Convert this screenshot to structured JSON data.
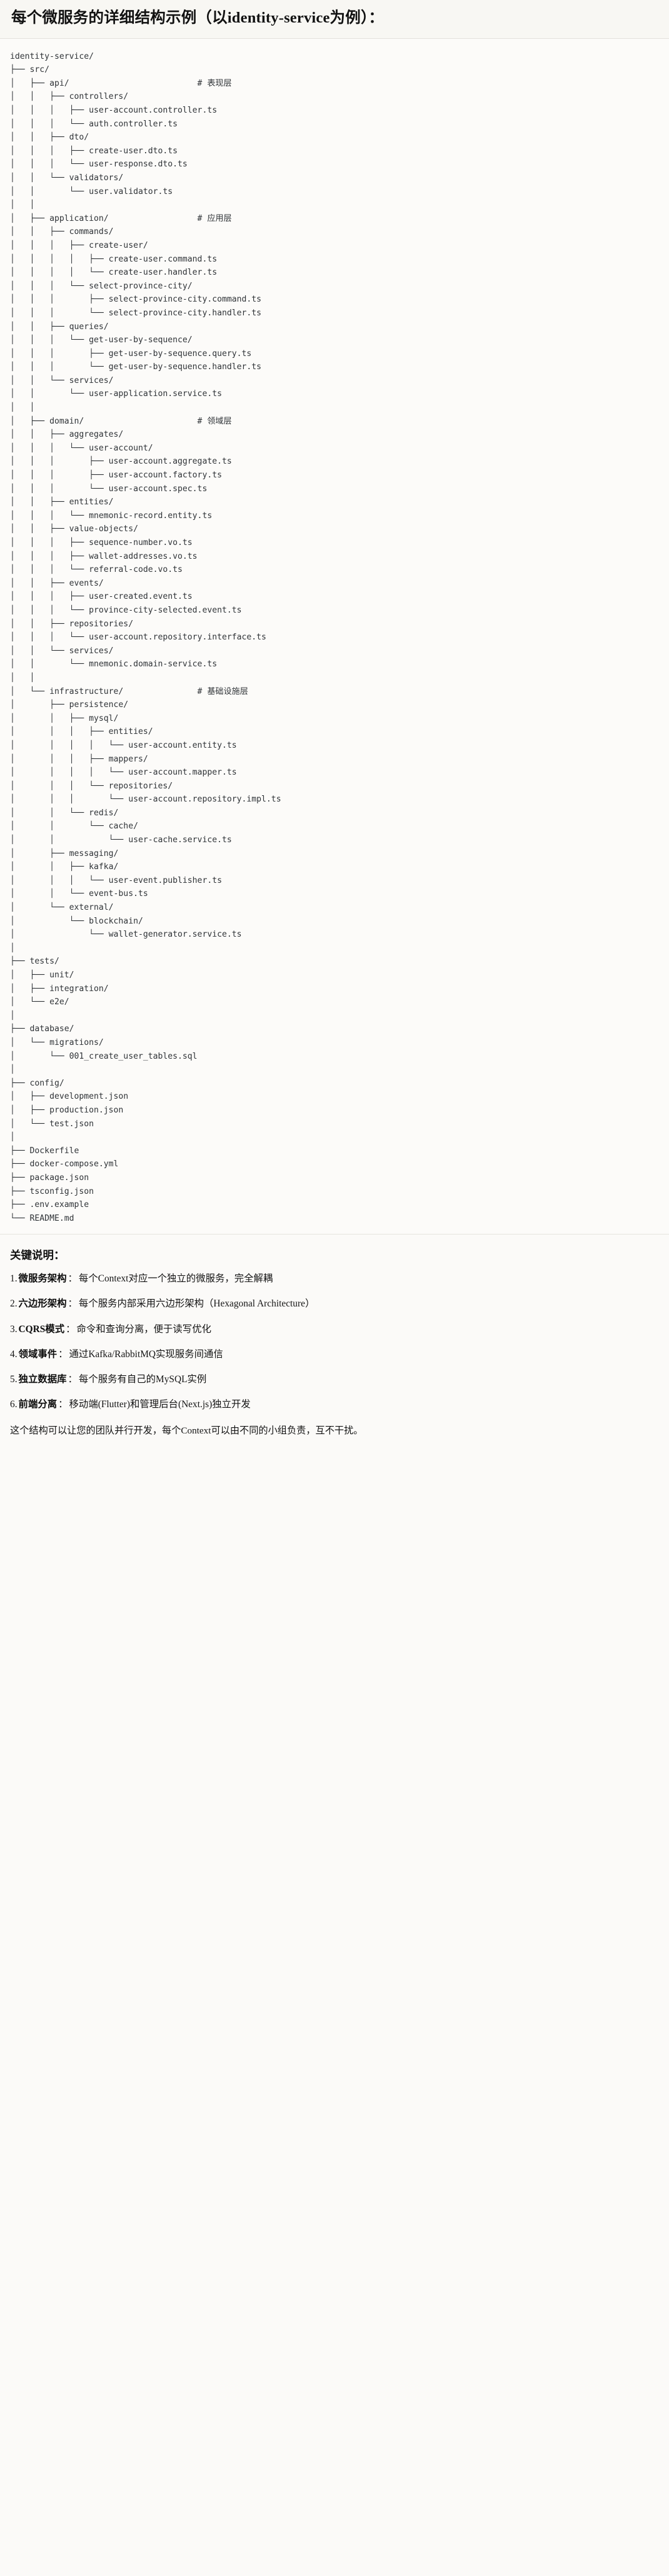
{
  "header": {
    "title": "每个微服务的详细结构示例（以identity-service为例）："
  },
  "tree": {
    "root_label": "identity-service/",
    "text": "identity-service/\n├── src/\n│   ├── api/                          # 表现层\n│   │   ├── controllers/\n│   │   │   ├── user-account.controller.ts\n│   │   │   └── auth.controller.ts\n│   │   ├── dto/\n│   │   │   ├── create-user.dto.ts\n│   │   │   └── user-response.dto.ts\n│   │   └── validators/\n│   │       └── user.validator.ts\n│   │\n│   ├── application/                  # 应用层\n│   │   ├── commands/\n│   │   │   ├── create-user/\n│   │   │   │   ├── create-user.command.ts\n│   │   │   │   └── create-user.handler.ts\n│   │   │   └── select-province-city/\n│   │   │       ├── select-province-city.command.ts\n│   │   │       └── select-province-city.handler.ts\n│   │   ├── queries/\n│   │   │   └── get-user-by-sequence/\n│   │   │       ├── get-user-by-sequence.query.ts\n│   │   │       └── get-user-by-sequence.handler.ts\n│   │   └── services/\n│   │       └── user-application.service.ts\n│   │\n│   ├── domain/                       # 领域层\n│   │   ├── aggregates/\n│   │   │   └── user-account/\n│   │   │       ├── user-account.aggregate.ts\n│   │   │       ├── user-account.factory.ts\n│   │   │       └── user-account.spec.ts\n│   │   ├── entities/\n│   │   │   └── mnemonic-record.entity.ts\n│   │   ├── value-objects/\n│   │   │   ├── sequence-number.vo.ts\n│   │   │   ├── wallet-addresses.vo.ts\n│   │   │   └── referral-code.vo.ts\n│   │   ├── events/\n│   │   │   ├── user-created.event.ts\n│   │   │   └── province-city-selected.event.ts\n│   │   ├── repositories/\n│   │   │   └── user-account.repository.interface.ts\n│   │   └── services/\n│   │       └── mnemonic.domain-service.ts\n│   │\n│   └── infrastructure/               # 基础设施层\n│       ├── persistence/\n│       │   ├── mysql/\n│       │   │   ├── entities/\n│       │   │   │   └── user-account.entity.ts\n│       │   │   ├── mappers/\n│       │   │   │   └── user-account.mapper.ts\n│       │   │   └── repositories/\n│       │   │       └── user-account.repository.impl.ts\n│       │   └── redis/\n│       │       └── cache/\n│       │           └── user-cache.service.ts\n│       ├── messaging/\n│       │   ├── kafka/\n│       │   │   └── user-event.publisher.ts\n│       │   └── event-bus.ts\n│       └── external/\n│           └── blockchain/\n│               └── wallet-generator.service.ts\n│\n├── tests/\n│   ├── unit/\n│   ├── integration/\n│   └── e2e/\n│\n├── database/\n│   └── migrations/\n│       └── 001_create_user_tables.sql\n│\n├── config/\n│   ├── development.json\n│   ├── production.json\n│   └── test.json\n│\n├── Dockerfile\n├── docker-compose.yml\n├── package.json\n├── tsconfig.json\n├── .env.example\n└── README.md",
    "layer_comments": [
      "# 表现层",
      "# 应用层",
      "# 领域层",
      "# 基础设施层"
    ]
  },
  "notes": {
    "title": "关键说明：",
    "items": [
      {
        "num": "1.",
        "term": "微服务架构",
        "sep": "：",
        "desc": "每个Context对应一个独立的微服务，完全解耦"
      },
      {
        "num": "2.",
        "term": "六边形架构",
        "sep": "：",
        "desc": "每个服务内部采用六边形架构（Hexagonal Architecture）"
      },
      {
        "num": "3.",
        "term": "CQRS模式",
        "sep": "：",
        "desc": "命令和查询分离，便于读写优化"
      },
      {
        "num": "4.",
        "term": "领域事件",
        "sep": "：",
        "desc": "通过Kafka/RabbitMQ实现服务间通信"
      },
      {
        "num": "5.",
        "term": "独立数据库",
        "sep": "：",
        "desc": "每个服务有自己的MySQL实例"
      },
      {
        "num": "6.",
        "term": "前端分离",
        "sep": "：",
        "desc": "移动端(Flutter)和管理后台(Next.js)独立开发"
      }
    ],
    "closing": "这个结构可以让您的团队并行开发，每个Context可以由不同的小组负责，互不干扰。"
  },
  "colors": {
    "page_background": "#fbfaf8",
    "header_background": "#f8f7f3",
    "divider": "#e3e1dc",
    "tree_text": "#2f3337",
    "body_text": "#141414"
  }
}
